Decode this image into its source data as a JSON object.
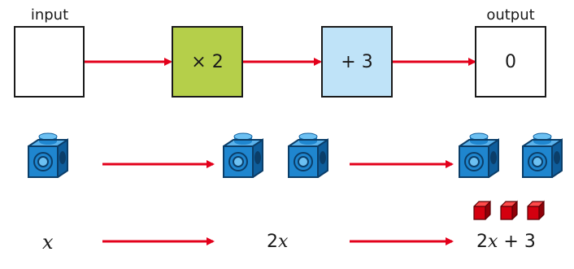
{
  "machine": {
    "input_label": "input",
    "output_label": "output",
    "input_value": "",
    "step1": "× 2",
    "step2": "+ 3",
    "output_value": "0"
  },
  "expressions": {
    "x": "x",
    "two": "2",
    "x2": "x",
    "two_b": "2",
    "x3": "x",
    "plus3": "+ 3"
  },
  "colors": {
    "arrow": "#e3001b",
    "step1_fill": "#b5cf4a",
    "step2_fill": "#bfe3f8",
    "cube_blue": "#1f86cf",
    "unit_red": "#d4000f"
  }
}
